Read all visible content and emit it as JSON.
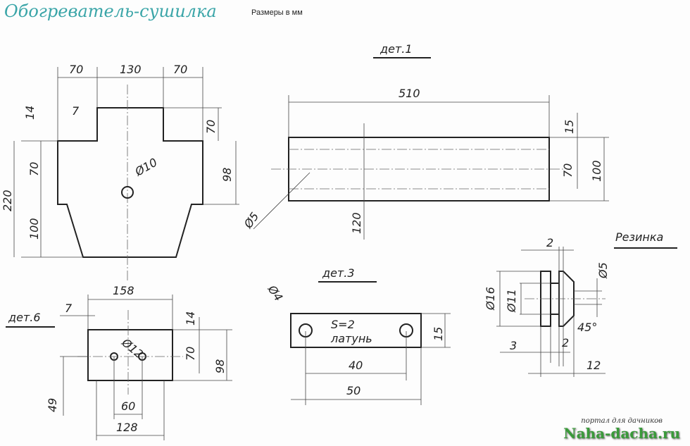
{
  "header": {
    "title": "Обогреватель-сушилка",
    "subtitle": "Размеры в мм"
  },
  "part_main": {
    "dims": [
      "70",
      "130",
      "70",
      "14",
      "7",
      "70",
      "98",
      "220",
      "70",
      "100",
      "Ø10"
    ]
  },
  "part1": {
    "label": "дет.1",
    "dims": [
      "510",
      "15",
      "70",
      "100",
      "120",
      "Ø5"
    ]
  },
  "part3": {
    "label": "дет.3",
    "dims": [
      "Ø4",
      "S=2",
      "латунь",
      "15",
      "40",
      "50"
    ]
  },
  "part6": {
    "label": "дет.6",
    "dims": [
      "158",
      "7",
      "14",
      "70",
      "98",
      "Ø12",
      "49",
      "60",
      "128"
    ]
  },
  "rubber": {
    "label": "Резинка",
    "dims": [
      "2",
      "Ø5",
      "Ø16",
      "Ø11",
      "45°",
      "3",
      "2",
      "12"
    ]
  },
  "watermark": {
    "top": "портал для дачников",
    "main": "Naha-dacha.ru"
  }
}
